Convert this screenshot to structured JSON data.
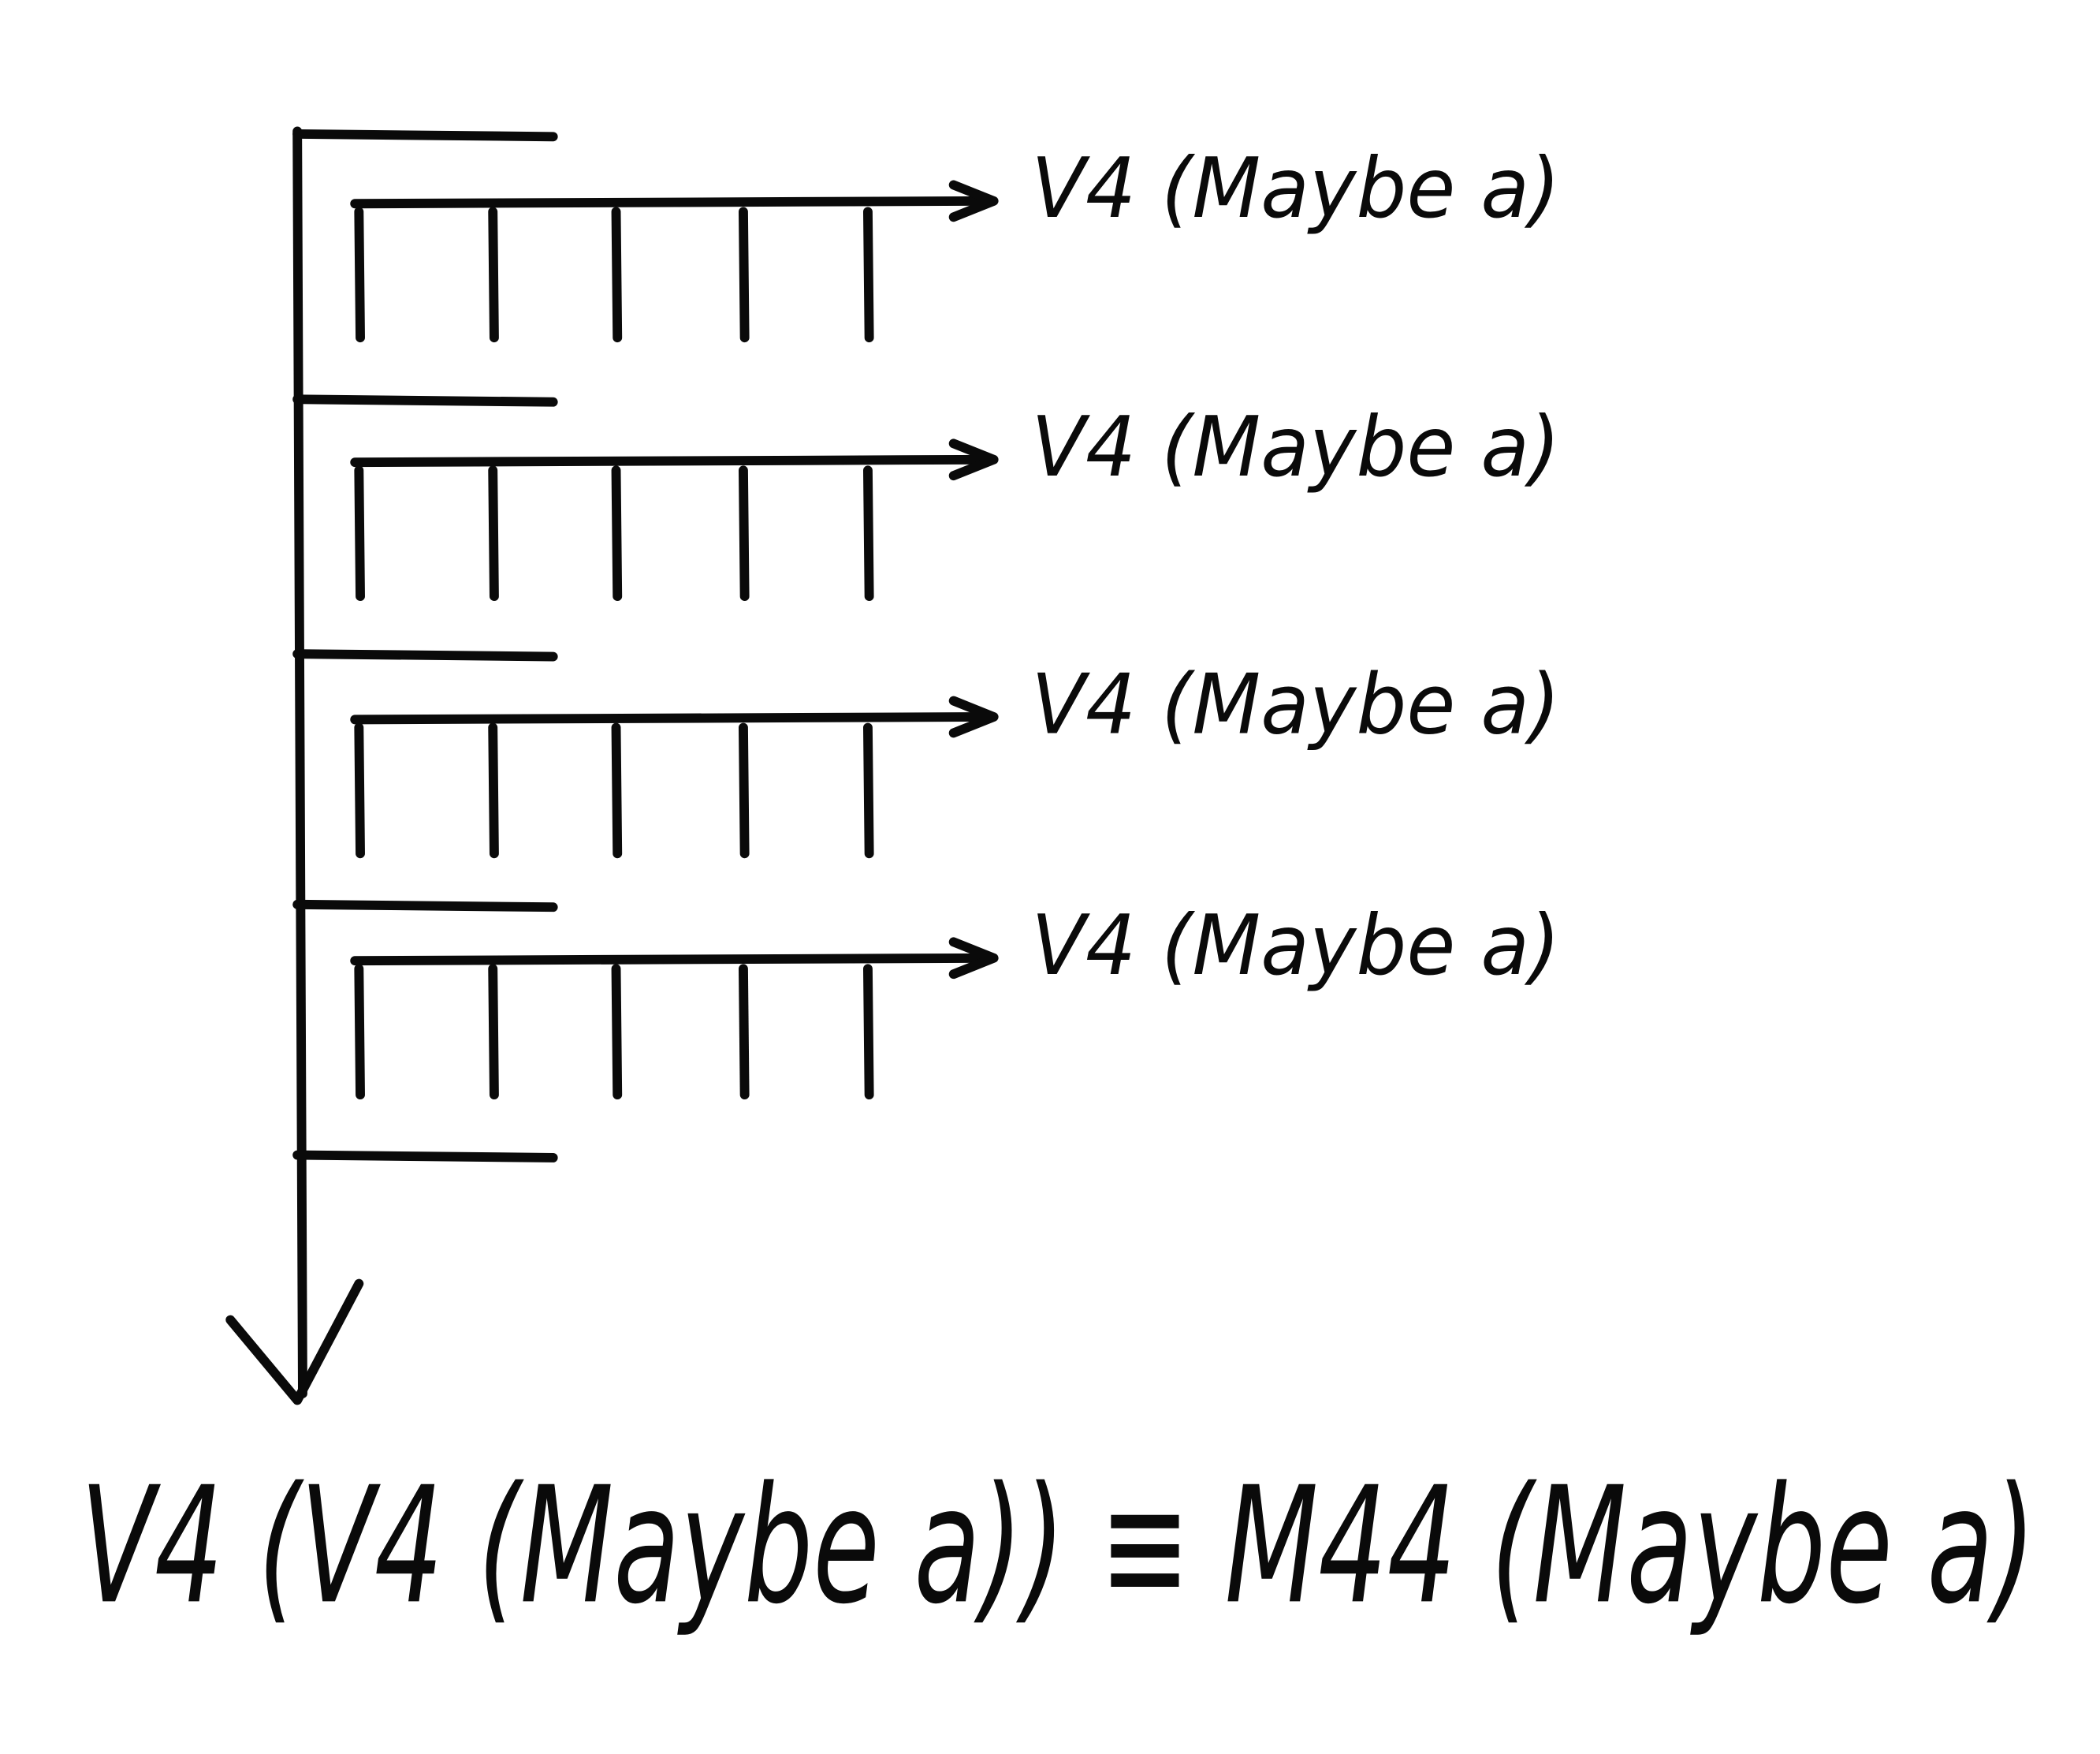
{
  "diagram": {
    "rows": [
      {
        "label": "V4 (Maybe a)"
      },
      {
        "label": "V4 (Maybe a)"
      },
      {
        "label": "V4 (Maybe a)"
      },
      {
        "label": "V4 (Maybe a)"
      }
    ],
    "result_equation": "V4 (V4 (Maybe a)) ≡ M44 (Maybe a)",
    "ink_color": "#0a0a0a",
    "background_color": "#ffffff"
  }
}
